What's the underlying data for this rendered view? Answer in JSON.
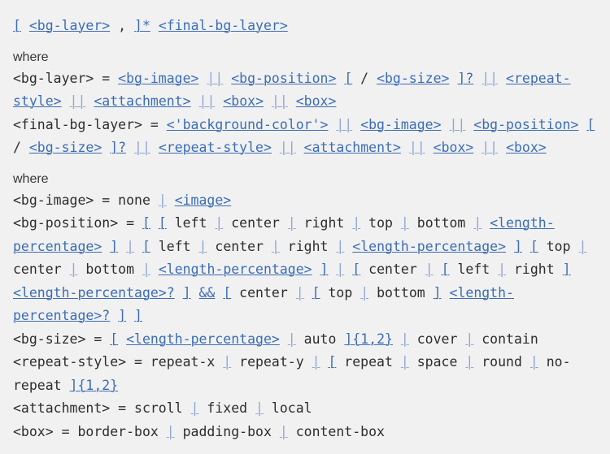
{
  "syntax_box": {
    "background_color": "#f1f1f1",
    "text_color": "#2d2d2d",
    "link_color": "#3b6db6",
    "combinator_color": "#8fa6d6",
    "where_label": "where",
    "blocks": [
      {
        "type": "code",
        "lines": [
          [
            [
              "a",
              "["
            ],
            [
              "t",
              " "
            ],
            [
              "a",
              "<bg-layer>"
            ],
            [
              "t",
              " , "
            ],
            [
              "a",
              "]*"
            ],
            [
              "t",
              " "
            ],
            [
              "a",
              "<final-bg-layer>"
            ]
          ]
        ]
      },
      {
        "type": "where"
      },
      {
        "type": "code",
        "lines": [
          [
            [
              "t",
              "<bg-layer> = "
            ],
            [
              "a",
              "<bg-image>"
            ],
            [
              "t",
              " "
            ],
            [
              "p",
              "||"
            ],
            [
              "t",
              " "
            ],
            [
              "a",
              "<bg-position>"
            ],
            [
              "t",
              " "
            ],
            [
              "a",
              "["
            ],
            [
              "t",
              " / "
            ],
            [
              "a",
              "<bg-size>"
            ],
            [
              "t",
              " "
            ],
            [
              "a",
              "]?"
            ],
            [
              "t",
              " "
            ],
            [
              "p",
              "||"
            ],
            [
              "t",
              " "
            ],
            [
              "a",
              "<repeat-"
            ]
          ],
          [
            [
              "a",
              "style>"
            ],
            [
              "t",
              " "
            ],
            [
              "p",
              "||"
            ],
            [
              "t",
              " "
            ],
            [
              "a",
              "<attachment>"
            ],
            [
              "t",
              " "
            ],
            [
              "p",
              "||"
            ],
            [
              "t",
              " "
            ],
            [
              "a",
              "<box>"
            ],
            [
              "t",
              " "
            ],
            [
              "p",
              "||"
            ],
            [
              "t",
              " "
            ],
            [
              "a",
              "<box>"
            ]
          ],
          [
            [
              "t",
              "<final-bg-layer> = "
            ],
            [
              "a",
              "<'background-color'>"
            ],
            [
              "t",
              " "
            ],
            [
              "p",
              "||"
            ],
            [
              "t",
              " "
            ],
            [
              "a",
              "<bg-image>"
            ],
            [
              "t",
              " "
            ],
            [
              "p",
              "||"
            ],
            [
              "t",
              " "
            ],
            [
              "a",
              "<bg-position>"
            ],
            [
              "t",
              " "
            ],
            [
              "a",
              "["
            ]
          ],
          [
            [
              "t",
              "/ "
            ],
            [
              "a",
              "<bg-size>"
            ],
            [
              "t",
              " "
            ],
            [
              "a",
              "]?"
            ],
            [
              "t",
              " "
            ],
            [
              "p",
              "||"
            ],
            [
              "t",
              " "
            ],
            [
              "a",
              "<repeat-style>"
            ],
            [
              "t",
              " "
            ],
            [
              "p",
              "||"
            ],
            [
              "t",
              " "
            ],
            [
              "a",
              "<attachment>"
            ],
            [
              "t",
              " "
            ],
            [
              "p",
              "||"
            ],
            [
              "t",
              " "
            ],
            [
              "a",
              "<box>"
            ],
            [
              "t",
              " "
            ],
            [
              "p",
              "||"
            ],
            [
              "t",
              " "
            ],
            [
              "a",
              "<box>"
            ]
          ]
        ]
      },
      {
        "type": "where"
      },
      {
        "type": "code",
        "lines": [
          [
            [
              "t",
              "<bg-image> = none "
            ],
            [
              "p",
              "|"
            ],
            [
              "t",
              " "
            ],
            [
              "a",
              "<image>"
            ]
          ],
          [
            [
              "t",
              "<bg-position> = "
            ],
            [
              "a",
              "["
            ],
            [
              "t",
              " "
            ],
            [
              "a",
              "["
            ],
            [
              "t",
              " left "
            ],
            [
              "p",
              "|"
            ],
            [
              "t",
              " center "
            ],
            [
              "p",
              "|"
            ],
            [
              "t",
              " right "
            ],
            [
              "p",
              "|"
            ],
            [
              "t",
              " top "
            ],
            [
              "p",
              "|"
            ],
            [
              "t",
              " bottom "
            ],
            [
              "p",
              "|"
            ],
            [
              "t",
              " "
            ],
            [
              "a",
              "<length-"
            ]
          ],
          [
            [
              "a",
              "percentage>"
            ],
            [
              "t",
              " "
            ],
            [
              "a",
              "]"
            ],
            [
              "t",
              " "
            ],
            [
              "p",
              "|"
            ],
            [
              "t",
              " "
            ],
            [
              "a",
              "["
            ],
            [
              "t",
              " left "
            ],
            [
              "p",
              "|"
            ],
            [
              "t",
              " center "
            ],
            [
              "p",
              "|"
            ],
            [
              "t",
              " right "
            ],
            [
              "p",
              "|"
            ],
            [
              "t",
              " "
            ],
            [
              "a",
              "<length-percentage>"
            ],
            [
              "t",
              " "
            ],
            [
              "a",
              "]"
            ],
            [
              "t",
              " "
            ],
            [
              "a",
              "["
            ],
            [
              "t",
              " top "
            ],
            [
              "p",
              "|"
            ]
          ],
          [
            [
              "t",
              "center "
            ],
            [
              "p",
              "|"
            ],
            [
              "t",
              " bottom "
            ],
            [
              "p",
              "|"
            ],
            [
              "t",
              " "
            ],
            [
              "a",
              "<length-percentage>"
            ],
            [
              "t",
              " "
            ],
            [
              "a",
              "]"
            ],
            [
              "t",
              " "
            ],
            [
              "p",
              "|"
            ],
            [
              "t",
              " "
            ],
            [
              "a",
              "["
            ],
            [
              "t",
              " center "
            ],
            [
              "p",
              "|"
            ],
            [
              "t",
              " "
            ],
            [
              "a",
              "["
            ],
            [
              "t",
              " left "
            ],
            [
              "p",
              "|"
            ],
            [
              "t",
              " right "
            ],
            [
              "a",
              "]"
            ]
          ],
          [
            [
              "a",
              "<length-percentage>?"
            ],
            [
              "t",
              " "
            ],
            [
              "a",
              "]"
            ],
            [
              "t",
              " "
            ],
            [
              "a",
              "&&"
            ],
            [
              "t",
              " "
            ],
            [
              "a",
              "["
            ],
            [
              "t",
              " center "
            ],
            [
              "p",
              "|"
            ],
            [
              "t",
              " "
            ],
            [
              "a",
              "["
            ],
            [
              "t",
              " top "
            ],
            [
              "p",
              "|"
            ],
            [
              "t",
              " bottom "
            ],
            [
              "a",
              "]"
            ],
            [
              "t",
              " "
            ],
            [
              "a",
              "<length-"
            ]
          ],
          [
            [
              "a",
              "percentage>?"
            ],
            [
              "t",
              " "
            ],
            [
              "a",
              "]"
            ],
            [
              "t",
              " "
            ],
            [
              "a",
              "]"
            ]
          ],
          [
            [
              "t",
              "<bg-size> = "
            ],
            [
              "a",
              "["
            ],
            [
              "t",
              " "
            ],
            [
              "a",
              "<length-percentage>"
            ],
            [
              "t",
              " "
            ],
            [
              "p",
              "|"
            ],
            [
              "t",
              " auto "
            ],
            [
              "a",
              "]{1,2}"
            ],
            [
              "t",
              " "
            ],
            [
              "p",
              "|"
            ],
            [
              "t",
              " cover "
            ],
            [
              "p",
              "|"
            ],
            [
              "t",
              " contain"
            ]
          ],
          [
            [
              "t",
              "<repeat-style> = repeat-x "
            ],
            [
              "p",
              "|"
            ],
            [
              "t",
              " repeat-y "
            ],
            [
              "p",
              "|"
            ],
            [
              "t",
              " "
            ],
            [
              "a",
              "["
            ],
            [
              "t",
              " repeat "
            ],
            [
              "p",
              "|"
            ],
            [
              "t",
              " space "
            ],
            [
              "p",
              "|"
            ],
            [
              "t",
              " round "
            ],
            [
              "p",
              "|"
            ],
            [
              "t",
              " no-"
            ]
          ],
          [
            [
              "t",
              "repeat "
            ],
            [
              "a",
              "]{1,2}"
            ]
          ],
          [
            [
              "t",
              "<attachment> = scroll "
            ],
            [
              "p",
              "|"
            ],
            [
              "t",
              " fixed "
            ],
            [
              "p",
              "|"
            ],
            [
              "t",
              " local"
            ]
          ],
          [
            [
              "t",
              "<box> = border-box "
            ],
            [
              "p",
              "|"
            ],
            [
              "t",
              " padding-box "
            ],
            [
              "p",
              "|"
            ],
            [
              "t",
              " content-box"
            ]
          ]
        ]
      }
    ]
  }
}
